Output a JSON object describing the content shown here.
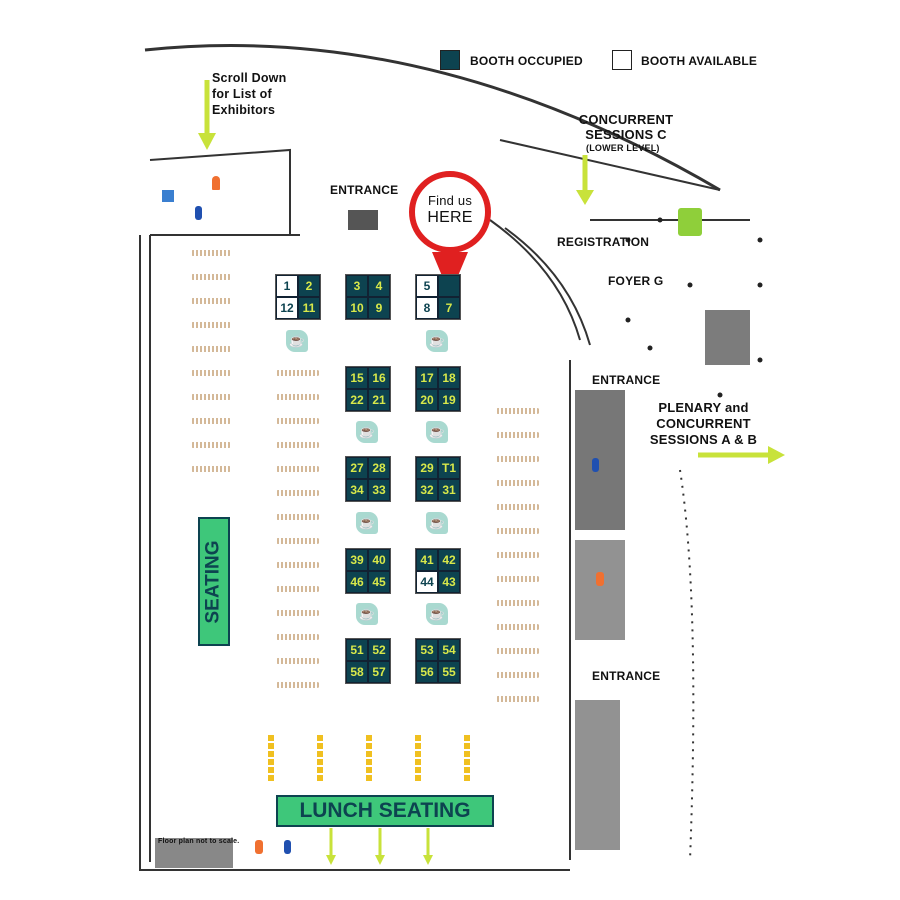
{
  "legend": {
    "occupied": "BOOTH OCCUPIED",
    "available": "BOOTH AVAILABLE"
  },
  "labels": {
    "scroll_note": "Scroll Down for List of Exhibitors",
    "entrance_top": "ENTRANCE",
    "find_us_line1": "Find us",
    "find_us_line2": "HERE",
    "concurrent_c": "CONCURRENT SESSIONS C",
    "lower_level": "(LOWER LEVEL)",
    "registration": "REGISTRATION",
    "foyer": "FOYER G",
    "entrance_right_1": "ENTRANCE",
    "plenary": "PLENARY and CONCURRENT SESSIONS A & B",
    "entrance_right_2": "ENTRANCE",
    "seating": "SEATING",
    "lunch_seating": "LUNCH SEATING",
    "scale_note": "Floor plan not to scale."
  },
  "colors": {
    "occupied": "#0d4350",
    "occupied_text": "#d8e84a",
    "pin": "#e02020",
    "sign": "#3ec77a",
    "arrow": "#c8e23a"
  },
  "blocks": [
    {
      "booths": [
        {
          "n": "1",
          "s": "avail"
        },
        {
          "n": "2",
          "s": "occ"
        },
        {
          "n": "12",
          "s": "avail"
        },
        {
          "n": "11",
          "s": "occ"
        }
      ]
    },
    {
      "booths": [
        {
          "n": "3",
          "s": "occ"
        },
        {
          "n": "4",
          "s": "occ"
        },
        {
          "n": "10",
          "s": "occ"
        },
        {
          "n": "9",
          "s": "occ"
        }
      ]
    },
    {
      "booths": [
        {
          "n": "5",
          "s": "avail"
        },
        {
          "n": "",
          "s": "occ"
        },
        {
          "n": "8",
          "s": "avail"
        },
        {
          "n": "7",
          "s": "occ"
        }
      ]
    },
    {
      "booths": [
        {
          "n": "15",
          "s": "occ"
        },
        {
          "n": "16",
          "s": "occ"
        },
        {
          "n": "22",
          "s": "occ"
        },
        {
          "n": "21",
          "s": "occ"
        }
      ]
    },
    {
      "booths": [
        {
          "n": "17",
          "s": "occ"
        },
        {
          "n": "18",
          "s": "occ"
        },
        {
          "n": "20",
          "s": "occ"
        },
        {
          "n": "19",
          "s": "occ"
        }
      ]
    },
    {
      "booths": [
        {
          "n": "27",
          "s": "occ"
        },
        {
          "n": "28",
          "s": "occ"
        },
        {
          "n": "34",
          "s": "occ"
        },
        {
          "n": "33",
          "s": "occ"
        }
      ]
    },
    {
      "booths": [
        {
          "n": "29",
          "s": "occ"
        },
        {
          "n": "T1",
          "s": "occ"
        },
        {
          "n": "32",
          "s": "occ"
        },
        {
          "n": "31",
          "s": "occ"
        }
      ]
    },
    {
      "booths": [
        {
          "n": "39",
          "s": "occ"
        },
        {
          "n": "40",
          "s": "occ"
        },
        {
          "n": "46",
          "s": "occ"
        },
        {
          "n": "45",
          "s": "occ"
        }
      ]
    },
    {
      "booths": [
        {
          "n": "41",
          "s": "occ"
        },
        {
          "n": "42",
          "s": "occ"
        },
        {
          "n": "44",
          "s": "avail"
        },
        {
          "n": "43",
          "s": "occ"
        }
      ]
    },
    {
      "booths": [
        {
          "n": "51",
          "s": "occ"
        },
        {
          "n": "52",
          "s": "occ"
        },
        {
          "n": "58",
          "s": "occ"
        },
        {
          "n": "57",
          "s": "occ"
        }
      ]
    },
    {
      "booths": [
        {
          "n": "53",
          "s": "occ"
        },
        {
          "n": "54",
          "s": "occ"
        },
        {
          "n": "56",
          "s": "occ"
        },
        {
          "n": "55",
          "s": "occ"
        }
      ]
    }
  ]
}
